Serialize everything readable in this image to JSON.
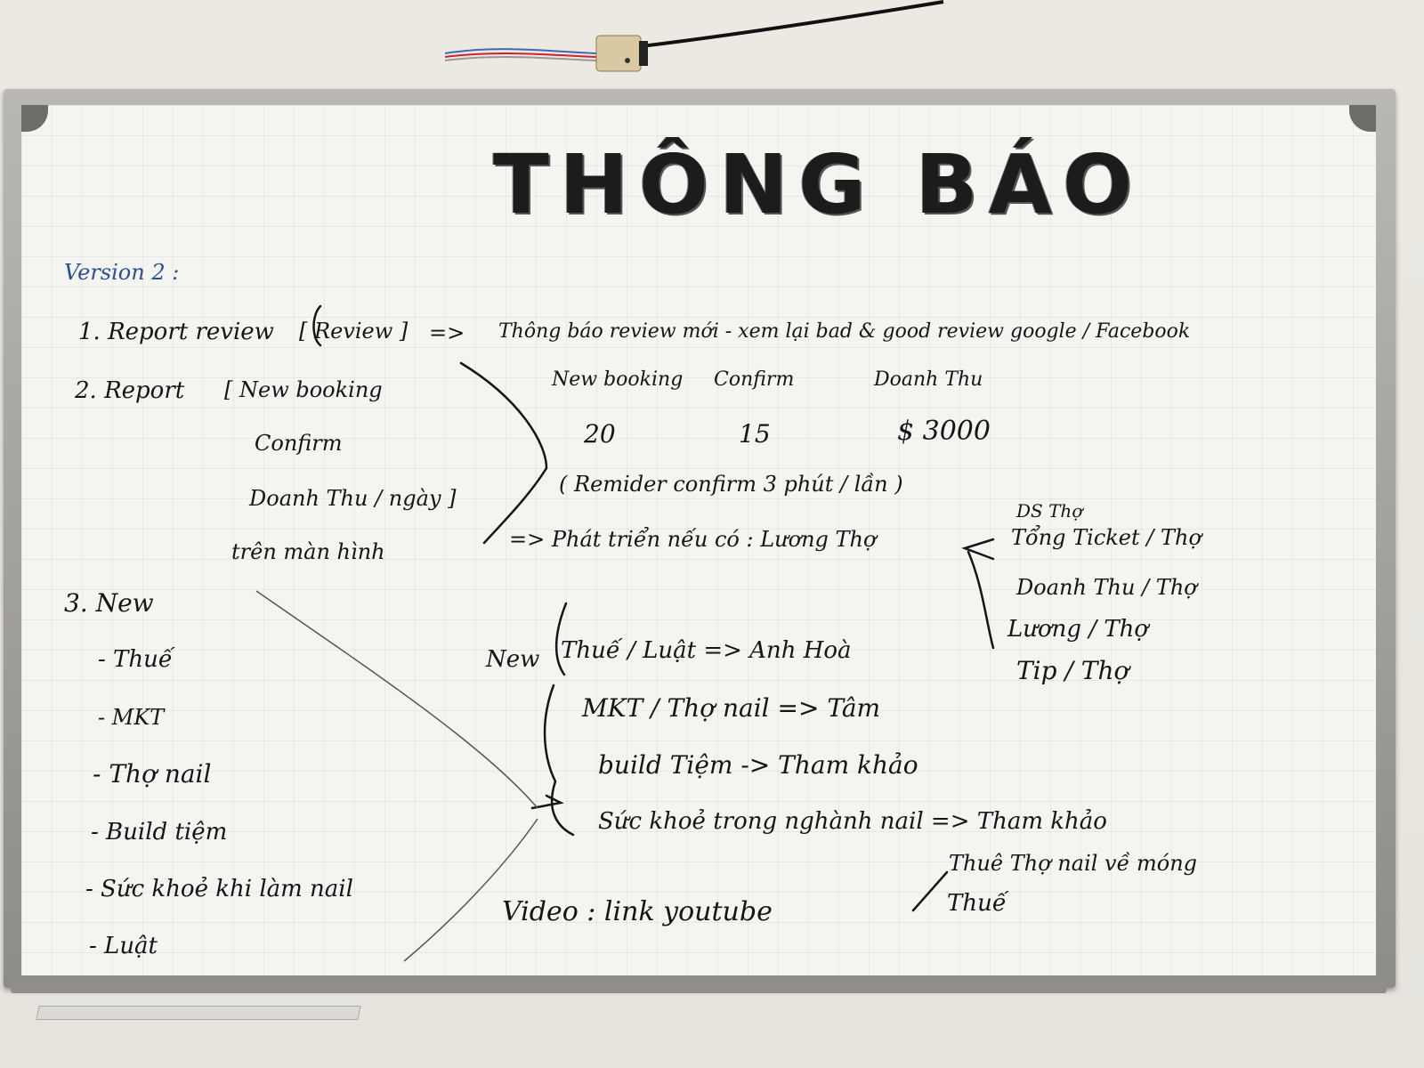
{
  "board": {
    "title": "THÔNG BÁO",
    "version_label": "Version 2 :",
    "item1": {
      "label": "1. Report review",
      "bracket": "[ Review ]",
      "arrow": "=>",
      "result": "Thông báo review mới - xem lại bad & good review google / Facebook"
    },
    "item2": {
      "label": "2. Report",
      "lines": [
        "[ New booking",
        "Confirm",
        "Doanh Thu / ngày ]",
        "trên màn hình"
      ],
      "table_headers": [
        "New booking",
        "Confirm",
        "Doanh Thu"
      ],
      "table_values": [
        "20",
        "15",
        "$ 3000"
      ],
      "reminder": "( Remider confirm 3 phút / lần )",
      "develop": "=> Phát triển nếu có : Lương Thợ",
      "side_list": [
        "DS Thợ",
        "Tổng Ticket / Thợ",
        "Doanh Thu / Thợ",
        "Lương / Thợ",
        "Tip / Thợ"
      ]
    },
    "item3": {
      "label": "3. New",
      "list": [
        "- Thuế",
        "- MKT",
        "- Thợ nail",
        "- Build tiệm",
        "- Sức khoẻ khi làm nail",
        "- Luật"
      ]
    },
    "new_section": {
      "label": "New",
      "rows": [
        "Thuế / Luật => Anh Hoà",
        "MKT / Thợ nail => Tâm",
        "build Tiệm -> Tham khảo",
        "Sức khoẻ trong nghành nail => Tham khảo"
      ]
    },
    "video": {
      "label": "Video : link youtube",
      "notes": [
        "Thuê Thợ nail về móng",
        "Thuế"
      ]
    }
  }
}
